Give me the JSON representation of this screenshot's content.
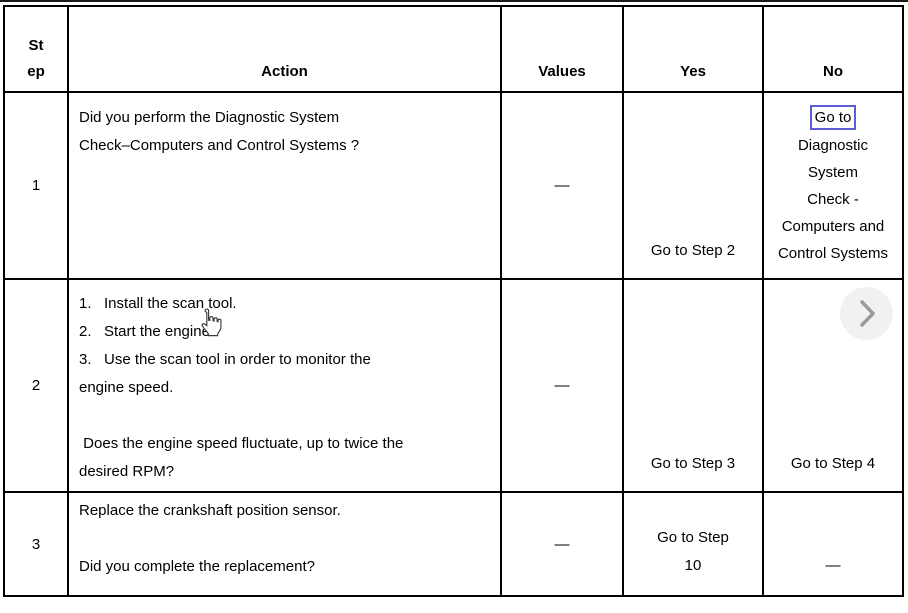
{
  "colors": {
    "table_border": "#000000",
    "link_focus_blue": "#5d5dd5",
    "chevron_gray": "#9b9b9b",
    "chevron_circle_bg": "#f1f1f1"
  },
  "header": {
    "step_line1": "St",
    "step_line2": "ep",
    "action": "Action",
    "values": "Values",
    "yes": "Yes",
    "no": "No"
  },
  "rows": [
    {
      "step": "1",
      "action_lines": [
        "Did you perform the Diagnostic System",
        "Check–Computers and Control Systems ?"
      ],
      "values": "—",
      "yes": "Go to Step 2",
      "no_link": "Go to",
      "no_lines": [
        "Diagnostic",
        "System",
        "Check -",
        "Computers and",
        "Control Systems"
      ]
    },
    {
      "step": "2",
      "action_lines": [
        "1.   Install the scan tool.",
        "2.   Start the engine.",
        "3.   Use the scan tool in order to monitor the",
        "engine speed.",
        "",
        " Does the engine speed fluctuate, up to twice the",
        "desired RPM?"
      ],
      "values": "—",
      "yes": "Go to Step 3",
      "no": "Go to Step 4"
    },
    {
      "step": "3",
      "action_lines": [
        "Replace the crankshaft position sensor.",
        "",
        "Did you complete the replacement?"
      ],
      "values": "—",
      "yes_line1": "Go to Step",
      "yes_line2": "10",
      "no": "—"
    }
  ]
}
